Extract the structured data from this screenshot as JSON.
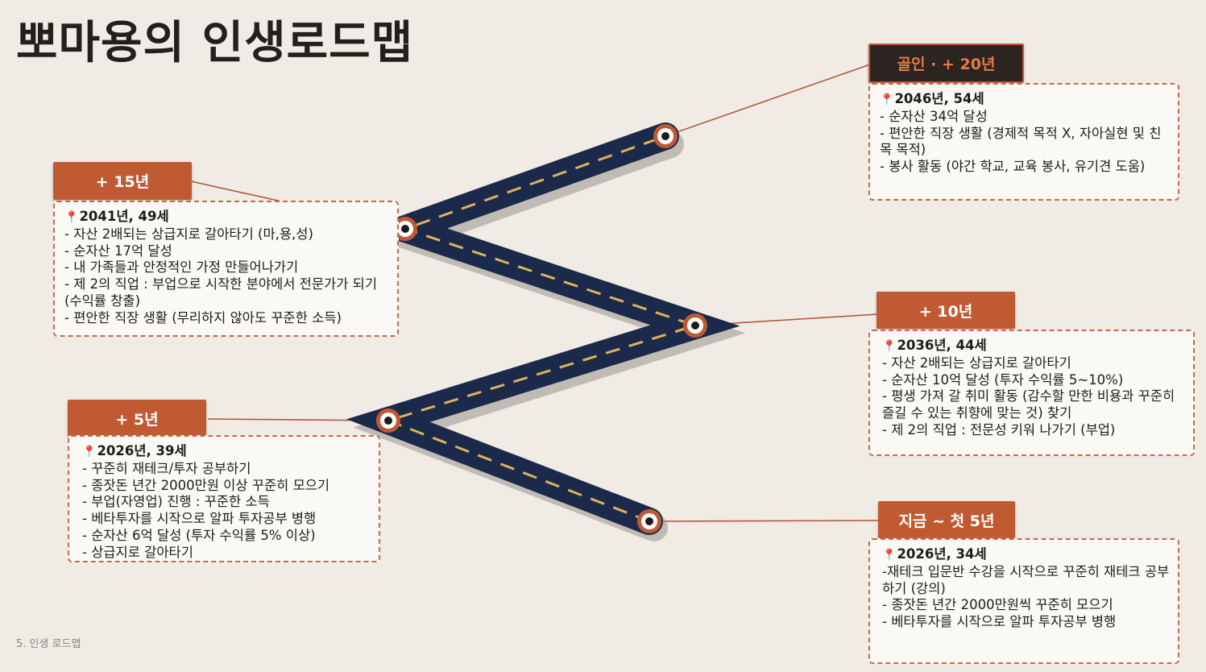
{
  "title": "뽀마용의 인생로드맵",
  "footer": "5. 인생 로드맵",
  "colors": {
    "tag": "#c05a33",
    "road": "#1b2a4a",
    "dash": "#e0b15a",
    "background": "#f0ebe4",
    "card_border": "#c8684a",
    "pin": "#e0305e"
  },
  "pin_icon": "pin-icon",
  "milestones": [
    {
      "tag": "지금 ~ 첫 5년",
      "heading": "2026년, 34세",
      "items": [
        "-재테크 입문반 수강을 시작으로 꾸준히 재테크 공부하기 (강의)",
        "- 종잣돈 년간 2000만원씩 꾸준히 모으기",
        "- 베타투자를 시작으로 알파 투자공부 병행"
      ]
    },
    {
      "tag": "+ 5년",
      "heading": "2026년, 39세",
      "items": [
        "- 꾸준히 재테크/투자 공부하기",
        "- 종잣돈 년간 2000만원 이상 꾸준히 모으기",
        "- 부업(자영업) 진행 : 꾸준한 소득",
        "- 베타투자를 시작으로 알파 투자공부 병행",
        "- 순자산 6억 달성 (투자 수익률 5% 이상)",
        "- 상급지로 갈아타기"
      ]
    },
    {
      "tag": "+ 10년",
      "heading": "2036년, 44세",
      "items": [
        "- 자산 2배되는 상급지로 갈아타기",
        "- 순자산 10억 달성 (투자 수익률 5~10%)",
        "- 평생 가져 갈 취미 활동 (감수할 만한 비용과 꾸준히 즐길 수 있는 취향에 맞는 것) 찾기",
        "- 제 2의 직업 : 전문성 키워 나가기 (부업)"
      ]
    },
    {
      "tag": "+ 15년",
      "heading": "2041년, 49세",
      "items": [
        "- 자산 2배되는 상급지로 갈아타기 (마,용,성)",
        "- 순자산 17억 달성",
        "- 내 가족들과 안정적인 가정 만들어나가기",
        "- 제 2의 직업 : 부업으로 시작한 분야에서 전문가가 되기 (수익률 창출)",
        "- 편안한 직장 생활 (무리하지 않아도 꾸준한 소득)"
      ]
    },
    {
      "tag": "골인 · + 20년",
      "heading": "2046년, 54세",
      "items": [
        "- 순자산 34억 달성",
        "- 편안한 직장 생활 (경제적 목적 X, 자아실현 및 친목 목적)",
        "- 봉사 활동 (야간 학교, 교육 봉사, 유기견 도움)"
      ]
    }
  ]
}
